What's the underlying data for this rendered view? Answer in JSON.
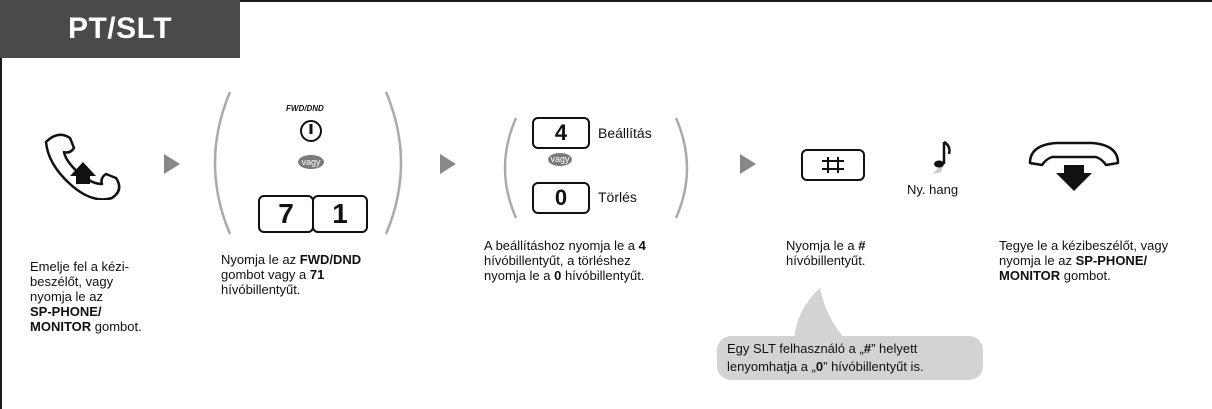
{
  "header": {
    "title": "PT/SLT"
  },
  "steps": {
    "off_hook": {
      "line1": "Emelje fel a kézi-",
      "line2": "beszélőt, vagy",
      "line3": "nyomja le az",
      "line4_bold": "SP-PHONE/",
      "line5_bold": "MONITOR",
      "line5_rest": " gombot."
    },
    "fwd_dnd": {
      "button_label": "FWD/DND",
      "or_label": "vagy",
      "key_a": "7",
      "key_b": "1",
      "line1_pre": "Nyomja le az ",
      "line1_bold": "FWD/DND",
      "line2_pre": "gombot vagy a ",
      "line2_bold": "71",
      "line3": "hívóbillentyűt."
    },
    "set_clear": {
      "key_set": "4",
      "set_label": "Beállítás",
      "or_label": "vagy",
      "key_clear": "0",
      "clear_label": "Törlés",
      "line1_pre": "A beállításhoz nyomja le a ",
      "line1_bold": "4",
      "line2": "hívóbillentyűt, a törléshez",
      "line3_pre": "nyomja le a ",
      "line3_bold": "0",
      "line3_rest": " hívóbillentyűt."
    },
    "hash": {
      "key": "#",
      "line1_pre": "Nyomja le a ",
      "line1_bold": "#",
      "line2": "hívóbillentyűt."
    },
    "tone": {
      "label": "Ny. hang"
    },
    "on_hook": {
      "line1": "Tegye le a kézibeszélőt, vagy",
      "line2_pre": "nyomja le az ",
      "line2_bold": "SP-PHONE/",
      "line3_bold": "MONITOR",
      "line3_rest": " gombot."
    }
  },
  "callout": {
    "line1_pre": "Egy SLT felhasználó a „",
    "line1_bold": "#",
    "line1_post": "” helyett",
    "line2_pre": "lenyomhatja a „",
    "line2_bold": "0",
    "line2_post": "” hívóbillentyűt is."
  }
}
